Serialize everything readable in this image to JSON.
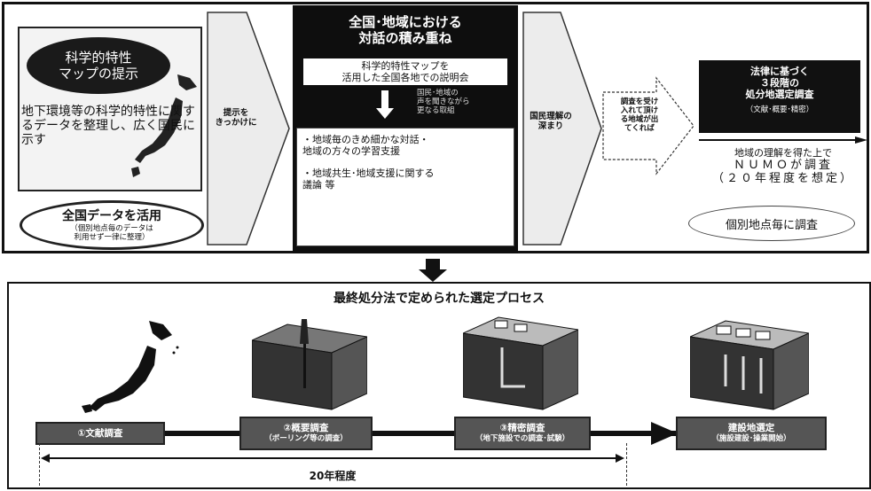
{
  "top": {
    "left_oval_title": [
      "科学的特性",
      "マップの提示"
    ],
    "left_body": "地下環境等の科学的特性に関するデータを整理し、広く国民に示す",
    "bottom_oval": {
      "line1": "全国データを活用",
      "line2": "（個別地点毎のデータは",
      "line3": "利用せず一律に整理）"
    },
    "arrow1_label": "提示を\nきっかけに",
    "center": {
      "title_lines": [
        "全国･地域における",
        "対話の積み重ね"
      ],
      "box1": [
        "科学的特性マップを",
        "活用した全国各地での説明会"
      ],
      "note": "国民･地域の\n声を聞きながら\n更なる取組",
      "bullet1": "・地域毎のきめ細かな対話・\n地域の方々の学習支援",
      "bullet2": "・地域共生･地域支援に関する\n議論 等"
    },
    "arrow2_label": "国民理解の\n深まり",
    "dashed_label": "調査を受け\n入れて頂け\nる地域が出\nてくれば",
    "right": {
      "black_lines": [
        "法律に基づく",
        "３段階の",
        "処分地選定調査"
      ],
      "black_sub": "（文献･概要･精密）",
      "text_line1": "地域の理解を得た上で",
      "text_line2": "ＮＵＭＯが調査",
      "text_line3": "（２０年程度を想定）",
      "oval": "個別地点毎に調査"
    }
  },
  "bottom": {
    "title": "最終処分法で定められた選定プロセス",
    "steps": [
      {
        "line1": "①文献調査",
        "line2": ""
      },
      {
        "line1": "②概要調査",
        "line2": "（ボーリング等の調査）"
      },
      {
        "line1": "③精密調査",
        "line2": "（地下施設での調査･試験）"
      },
      {
        "line1": "建設地選定",
        "line2": "（施設建設･操業開始）"
      }
    ],
    "span_label": "20年程度"
  },
  "colors": {
    "dark": "#111111",
    "step_fill": "#555555",
    "panel_border": "#111111"
  }
}
